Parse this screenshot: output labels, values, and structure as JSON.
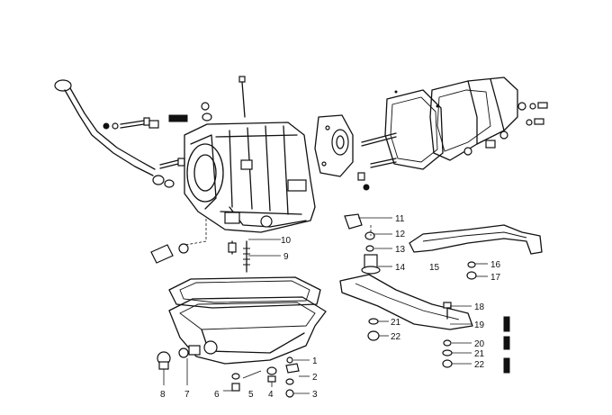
{
  "callouts": [
    {
      "id": "c1",
      "text": "1"
    },
    {
      "id": "c2",
      "text": "2"
    },
    {
      "id": "c3",
      "text": "3"
    },
    {
      "id": "c4",
      "text": "4"
    },
    {
      "id": "c5",
      "text": "5"
    },
    {
      "id": "c6",
      "text": "6"
    },
    {
      "id": "c7",
      "text": "7"
    },
    {
      "id": "c8",
      "text": "8"
    },
    {
      "id": "c9",
      "text": "9"
    },
    {
      "id": "c10",
      "text": "10"
    },
    {
      "id": "c11",
      "text": "11"
    },
    {
      "id": "c12",
      "text": "12"
    },
    {
      "id": "c13",
      "text": "13"
    },
    {
      "id": "c14",
      "text": "14"
    },
    {
      "id": "c15",
      "text": "15"
    },
    {
      "id": "c16",
      "text": "16"
    },
    {
      "id": "c17",
      "text": "17"
    },
    {
      "id": "c18",
      "text": "18"
    },
    {
      "id": "c19",
      "text": "19"
    },
    {
      "id": "c20",
      "text": "20"
    },
    {
      "id": "c21a",
      "text": "21"
    },
    {
      "id": "c22a",
      "text": "22"
    },
    {
      "id": "c21b",
      "text": "21"
    },
    {
      "id": "c22b",
      "text": "22"
    }
  ]
}
